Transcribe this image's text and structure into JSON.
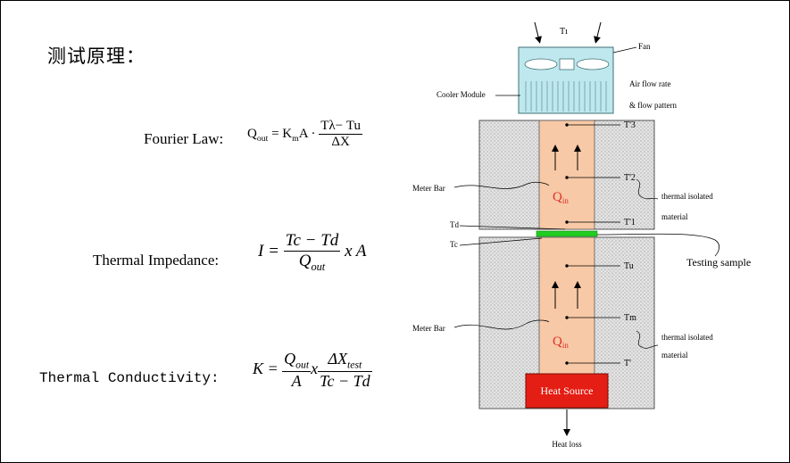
{
  "title": "测试原理：",
  "formulas": {
    "fourier": {
      "label": "Fourier Law:",
      "lhs_q": "Q",
      "lhs_sub": "out",
      "mid_k": "= K",
      "mid_sub": "m",
      "mid_a": "A ·",
      "num": "Tλ− Tu",
      "den": "ΔX"
    },
    "impedance": {
      "label": "Thermal Impedance:",
      "lhs": "I =",
      "num": "Tc − Td",
      "den_q": "Q",
      "den_sub": "out",
      "tail": "x A"
    },
    "conductivity": {
      "label": "Thermal Conductivity:",
      "lhs": "K =",
      "num1_q": "Q",
      "num1_sub": "out",
      "den1": "A",
      "x": "x",
      "num2": "ΔX",
      "num2_sub": "test",
      "den2": "Tc − Td"
    }
  },
  "diagram": {
    "t_top": "Tı",
    "fan": "Fan",
    "cooler_module": "Cooler Module",
    "air_flow_rate": "Air flow rate",
    "flow_pattern": "& flow pattern",
    "meter_bar_top": "Meter Bar",
    "meter_bar_bottom": "Meter Bar",
    "q_upper": "Q",
    "q_upper_sub": "in",
    "q_lower": "Q",
    "q_lower_sub": "in",
    "sensors_top": [
      "T'3",
      "T'2",
      "T'1"
    ],
    "sensors_bottom": [
      "Tu",
      "Tm",
      "T'"
    ],
    "td": "Td",
    "tc": "Tc",
    "thermal_iso_top": [
      "thermal isolated",
      "material"
    ],
    "thermal_iso_bottom": [
      "thermal isolated",
      "material"
    ],
    "testing_sample": "Testing sample",
    "heat_source": "Heat Source",
    "heat_loss": "Heat loss",
    "colors": {
      "bar": "#f8c9a6",
      "cooler": "#bfe8ee",
      "sample": "#22cc22",
      "heat_source": "#e41e14",
      "q_text": "#d8322a"
    }
  }
}
